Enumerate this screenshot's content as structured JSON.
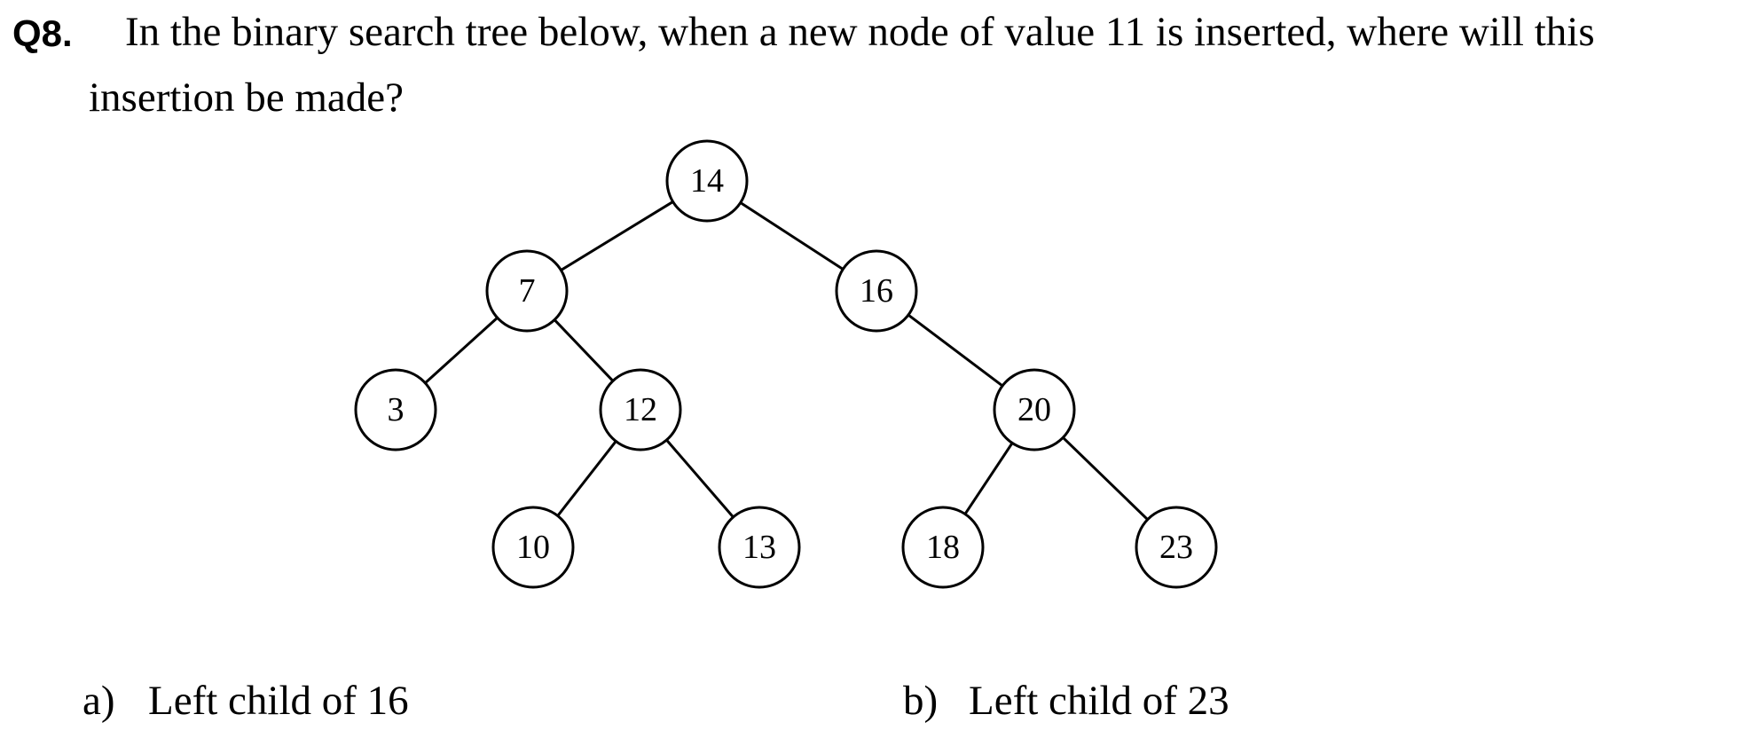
{
  "question": {
    "number": "Q8.",
    "text_line_1": "In the binary search tree below, when a new node of value 11 is inserted, where will this",
    "text_line_2": "insertion be made?"
  },
  "tree": {
    "nodes": [
      "14",
      "7",
      "16",
      "3",
      "12",
      "20",
      "10",
      "13",
      "18",
      "23"
    ],
    "edges": [
      [
        "14",
        "7"
      ],
      [
        "14",
        "16"
      ],
      [
        "7",
        "3"
      ],
      [
        "7",
        "12"
      ],
      [
        "16",
        "20"
      ],
      [
        "12",
        "10"
      ],
      [
        "12",
        "13"
      ],
      [
        "20",
        "18"
      ],
      [
        "20",
        "23"
      ]
    ]
  },
  "options": [
    {
      "letter": "a)",
      "text": "Left child of 16"
    },
    {
      "letter": "b)",
      "text": "Left child of 23"
    }
  ]
}
